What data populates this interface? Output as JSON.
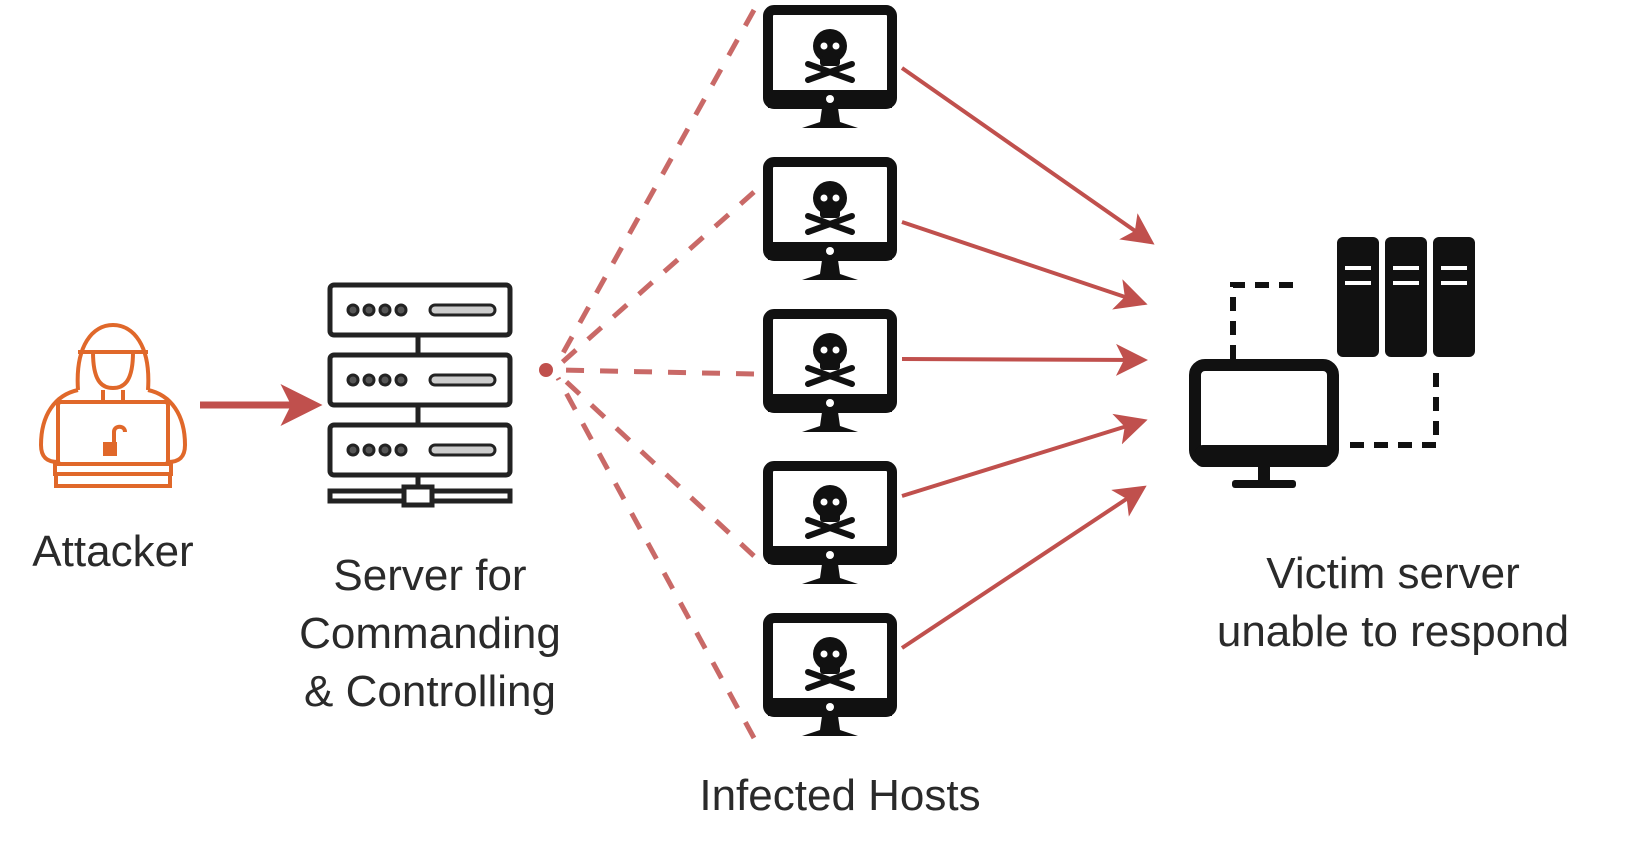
{
  "diagram": {
    "title": "Botnet DDoS attack flow",
    "colors": {
      "attacker": "#e0682a",
      "arrow": "#c0504d",
      "icon": "#111111",
      "text": "#2a2a2a"
    },
    "nodes": {
      "attacker": {
        "label": "Attacker",
        "icon": "hooded-hacker-laptop-icon"
      },
      "cnc": {
        "label_lines": [
          "Server for",
          "Commanding",
          "& Controlling"
        ],
        "icon": "server-rack-icon"
      },
      "infected": {
        "label": "Infected Hosts",
        "count": 5,
        "icon": "monitor-skull-icon"
      },
      "victim": {
        "label_lines": [
          "Victim server",
          "unable to respond"
        ],
        "icon": "monitor-servers-network-icon"
      }
    },
    "edges": [
      {
        "from": "attacker",
        "to": "cnc",
        "style": "solid"
      },
      {
        "from": "infected",
        "to": "cnc",
        "style": "dashed",
        "count": 5
      },
      {
        "from": "infected",
        "to": "victim",
        "style": "solid",
        "count": 5
      }
    ]
  }
}
